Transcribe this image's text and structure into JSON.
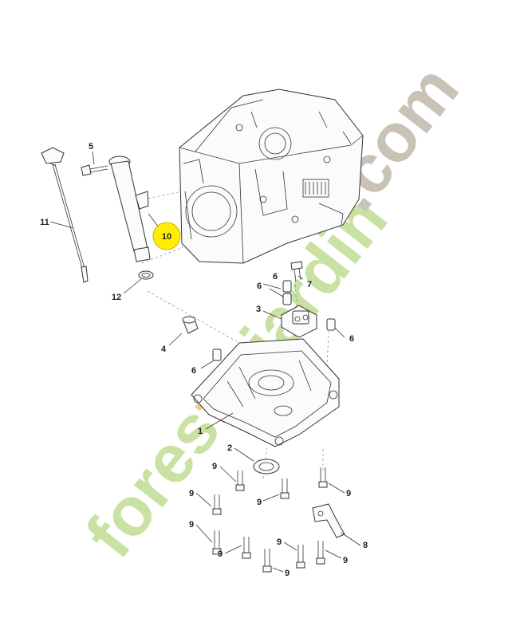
{
  "watermark": {
    "prefix": "forest",
    "suffix": "iardin",
    "domain": ".com",
    "colors": {
      "green": "#c9e2a4",
      "orange": "#f3c98c",
      "grey": "#c9c2b6"
    }
  },
  "highlight": {
    "color": "#ffee00",
    "border": "#c8b400"
  },
  "callouts": [
    {
      "id": "c1",
      "label": "1"
    },
    {
      "id": "c2",
      "label": "2"
    },
    {
      "id": "c3",
      "label": "3"
    },
    {
      "id": "c4",
      "label": "4"
    },
    {
      "id": "c5",
      "label": "5"
    },
    {
      "id": "c6a",
      "label": "6"
    },
    {
      "id": "c6b",
      "label": "6"
    },
    {
      "id": "c6c",
      "label": "6"
    },
    {
      "id": "c6d",
      "label": "6"
    },
    {
      "id": "c7",
      "label": "7"
    },
    {
      "id": "c8",
      "label": "8"
    },
    {
      "id": "c9a",
      "label": "9"
    },
    {
      "id": "c9b",
      "label": "9"
    },
    {
      "id": "c9c",
      "label": "9"
    },
    {
      "id": "c9d",
      "label": "9"
    },
    {
      "id": "c9e",
      "label": "9"
    },
    {
      "id": "c9f",
      "label": "9"
    },
    {
      "id": "c9g",
      "label": "9"
    },
    {
      "id": "c9h",
      "label": "9"
    },
    {
      "id": "c9i",
      "label": "9"
    },
    {
      "id": "c10",
      "label": "10",
      "highlighted": true
    },
    {
      "id": "c11",
      "label": "11"
    },
    {
      "id": "c12",
      "label": "12"
    }
  ]
}
